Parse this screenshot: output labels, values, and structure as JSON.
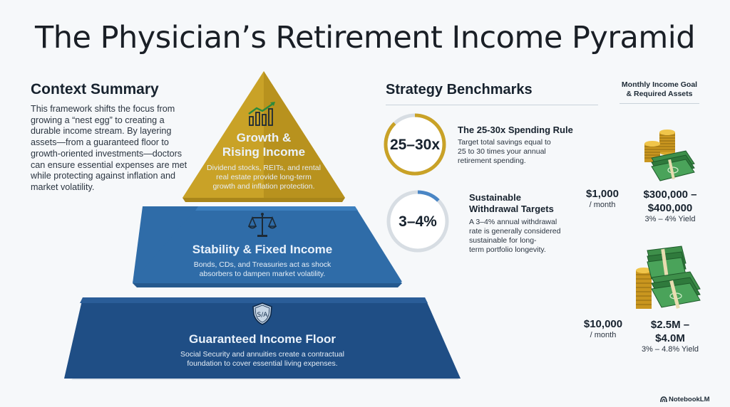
{
  "title": "The Physician’s Retirement Income Pyramid",
  "context": {
    "heading": "Context Summary",
    "body": "This framework shifts the focus from growing a “nest egg” to creating a durable income stream. By layering assets—from a guaranteed floor to growth-oriented investments—doctors can ensure essential expenses are met while protecting against inflation and market volatility."
  },
  "pyramid": {
    "tiers": [
      {
        "title_line1": "Growth &",
        "title_line2": "Rising Income",
        "desc_line1": "Dividend stocks, REITs, and rental",
        "desc_line2": "real estate provide long-term",
        "desc_line3": "growth and inflation protection.",
        "icon": "growth-chart-icon",
        "color": "#c9a227"
      },
      {
        "title": "Stability & Fixed Income",
        "desc_line1": "Bonds, CDs, and Treasuries act as shock",
        "desc_line2": "absorbers to dampen market volatility.",
        "icon": "scales-icon",
        "color": "#2f6ca8"
      },
      {
        "title": "Guaranteed Income Floor",
        "desc_line1": "Social Security and annuities create a contractual",
        "desc_line2": "foundation to cover essential living expenses.",
        "icon": "shield-icon",
        "icon_text": "S/A",
        "color": "#1f4e85"
      }
    ]
  },
  "strategy": {
    "heading": "Strategy Benchmarks",
    "items": [
      {
        "ring_value": "25–30x",
        "title": "The 25-30x Spending Rule",
        "desc_line1": "Target total savings equal to",
        "desc_line2": "25 to 30 times your annual",
        "desc_line3": "retirement spending.",
        "ring_color": "#c9a227"
      },
      {
        "ring_value": "3–4%",
        "title_line1": "Sustainable",
        "title_line2": "Withdrawal Targets",
        "desc_line1": "A 3–4% annual withdrawal",
        "desc_line2": "rate is generally considered",
        "desc_line3": "sustainable for long-",
        "desc_line4": "term portfolio longevity.",
        "ring_color": "#4a86c5"
      }
    ]
  },
  "income_goals": {
    "heading_line1": "Monthly Income Goal",
    "heading_line2": "& Required Assets",
    "rows": [
      {
        "monthly": "$1,000",
        "per": "/ month",
        "assets_line1": "$300,000 –",
        "assets_line2": "$400,000",
        "yield": "3% – 4% Yield",
        "icon": "money-stack-icon"
      },
      {
        "monthly": "$10,000",
        "per": "/ month",
        "assets_line1": "$2.5M –",
        "assets_line2": "$4.0M",
        "yield": "3% – 4.8% Yield",
        "icon": "money-pile-icon"
      }
    ]
  },
  "branding": {
    "label": "NotebookLM"
  }
}
